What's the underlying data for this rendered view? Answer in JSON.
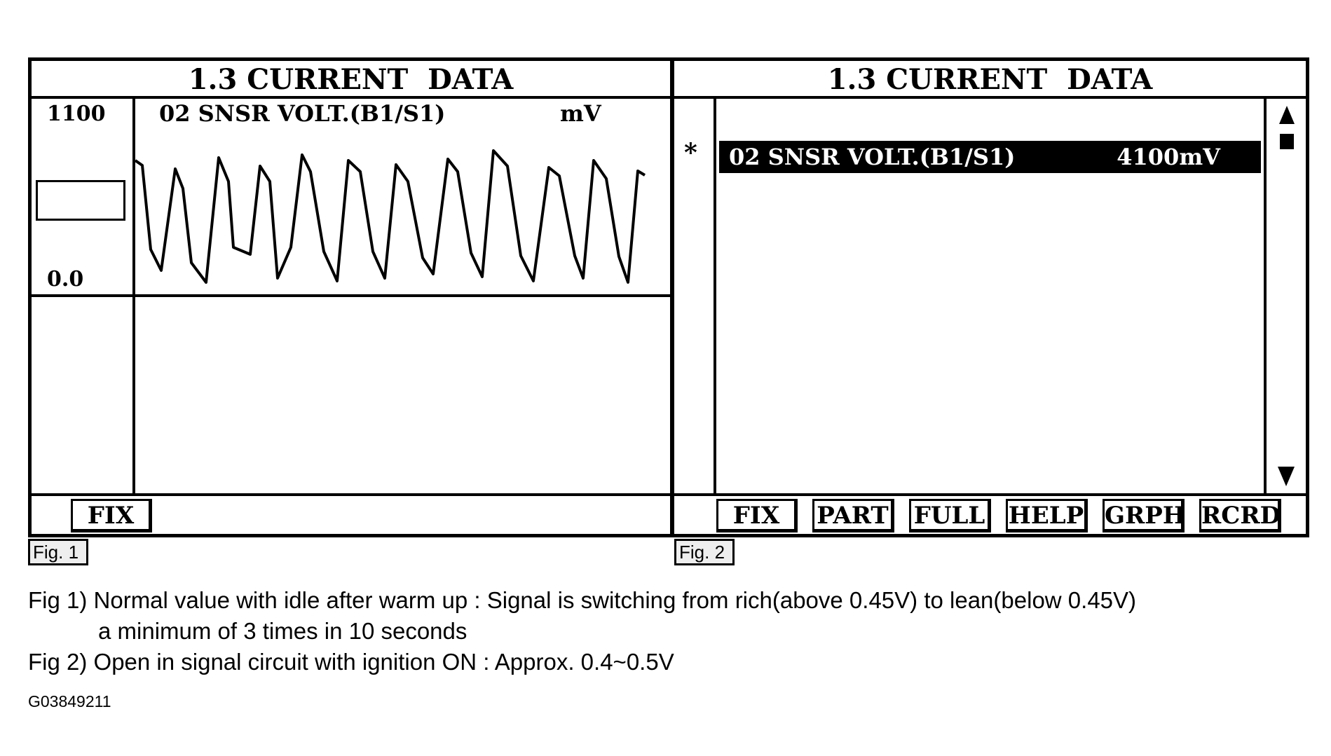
{
  "fig1": {
    "title": "1.3 CURRENT  DATA",
    "scale_max": "1100",
    "scale_min": "0.0",
    "param_label": "02 SNSR VOLT.(B1/S1)",
    "param_unit": "mV",
    "buttons": [
      "FIX"
    ],
    "tag": "Fig. 1"
  },
  "fig2": {
    "title": "1.3 CURRENT  DATA",
    "marker": "*",
    "row_label": "02 SNSR VOLT.(B1/S1)",
    "row_value": "4100mV",
    "buttons": [
      "FIX",
      "PART",
      "FULL",
      "HELP",
      "GRPH",
      "RCRD"
    ],
    "tag": "Fig. 2"
  },
  "captions": {
    "line1": "Fig 1) Normal value with idle after warm up : Signal is switching from rich(above 0.45V) to lean(below 0.45V)",
    "line2": "a minimum of 3 times in 10 seconds",
    "line3": "Fig 2) Open in signal circuit with ignition ON : Approx. 0.4~0.5V"
  },
  "image_code": "G03849211"
}
